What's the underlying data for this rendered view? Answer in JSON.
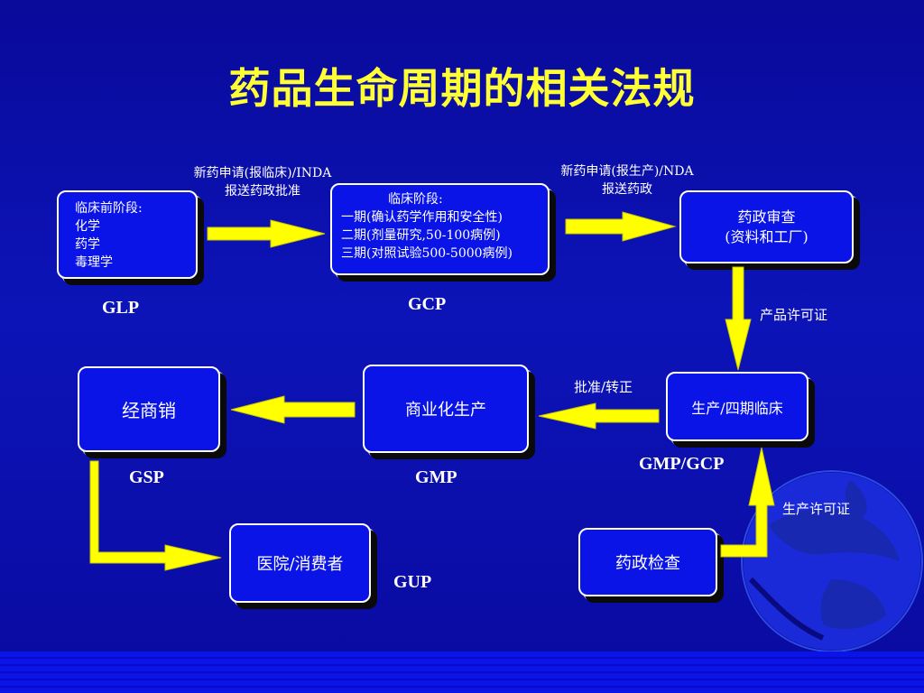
{
  "title": "药品生命周期的相关法规",
  "boxes": {
    "preclinical": {
      "lines": [
        "临床前阶段:",
        "化学",
        "药学",
        "毒理学"
      ]
    },
    "clinical": {
      "lines": [
        "临床阶段:",
        "一期(确认药学作用和安全性)",
        "二期(剂量研究,50-100病例)",
        "三期(对照试验500-5000病例)"
      ]
    },
    "review": {
      "lines": [
        "药政审查",
        "(资料和工厂)"
      ]
    },
    "production": {
      "label": "生产/四期临床"
    },
    "commercial": {
      "label": "商业化生产"
    },
    "distribution": {
      "label": "经商销"
    },
    "hospital": {
      "label": "医院/消费者"
    },
    "inspection": {
      "label": "药政检查"
    }
  },
  "standards": {
    "glp": "GLP",
    "gcp": "GCP",
    "gmp_gcp": "GMP/GCP",
    "gmp": "GMP",
    "gsp": "GSP",
    "gup": "GUP"
  },
  "notes": {
    "inda": [
      "新药申请(报临床)/INDA",
      "报送药政批准"
    ],
    "nda": [
      "新药申请(报生产)/NDA",
      "报送药政"
    ],
    "product_license": "产品许可证",
    "approval": "批准/转正",
    "production_license": "生产许可证"
  },
  "colors": {
    "title": "#ffff33",
    "arrow_fill": "#ffff00",
    "box_fill": "#0a14e6",
    "background": "#0a0aa8"
  }
}
